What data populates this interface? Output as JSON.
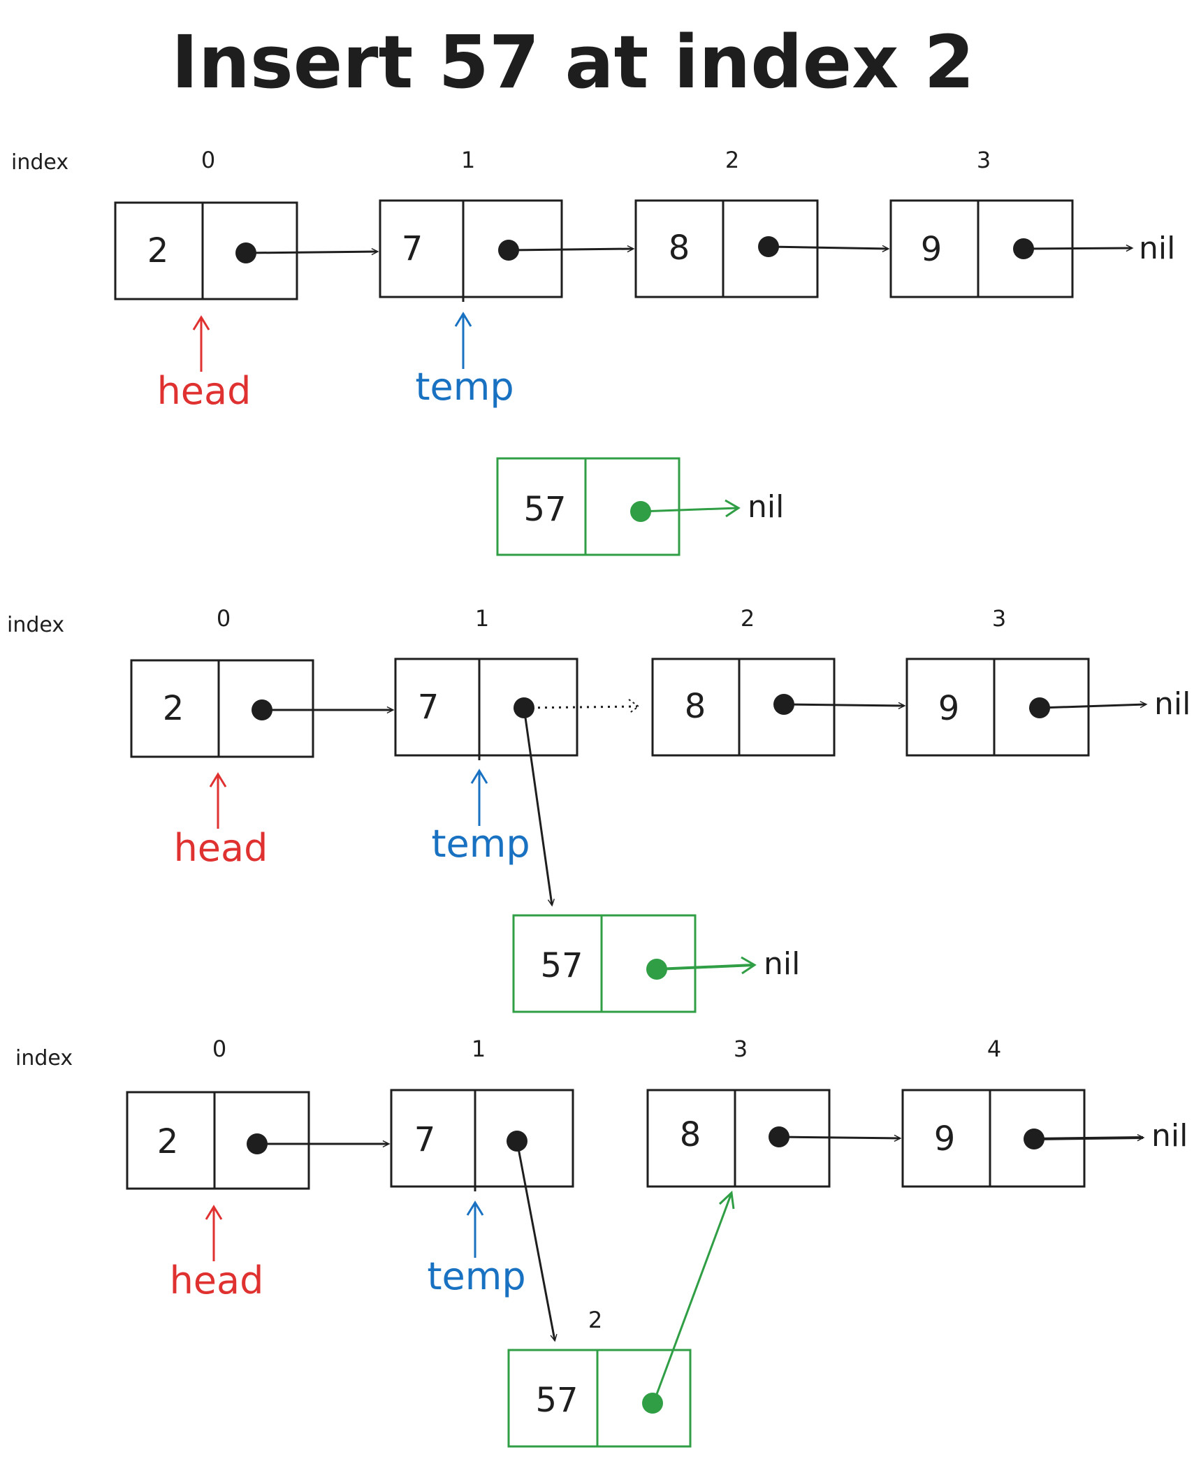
{
  "title": "Insert 57 at index 2",
  "index_label": "index",
  "nil_label": "nil",
  "colors": {
    "ink": "#1e1e1e",
    "head": "#e03131",
    "temp": "#1971c2",
    "new_node": "#2f9e44"
  },
  "panels": [
    {
      "indices": [
        "0",
        "1",
        "2",
        "3"
      ],
      "values": [
        "2",
        "7",
        "8",
        "9"
      ],
      "new_node": {
        "value": "57",
        "next": "nil",
        "index": ""
      },
      "head": "head",
      "temp": "temp"
    },
    {
      "indices": [
        "0",
        "1",
        "2",
        "3"
      ],
      "values": [
        "2",
        "7",
        "8",
        "9"
      ],
      "new_node": {
        "value": "57",
        "next": "nil",
        "index": ""
      },
      "head": "head",
      "temp": "temp"
    },
    {
      "indices": [
        "0",
        "1",
        "3",
        "4"
      ],
      "values": [
        "2",
        "7",
        "8",
        "9"
      ],
      "new_node": {
        "value": "57",
        "next": "",
        "index": "2"
      },
      "head": "head",
      "temp": "temp"
    }
  ]
}
